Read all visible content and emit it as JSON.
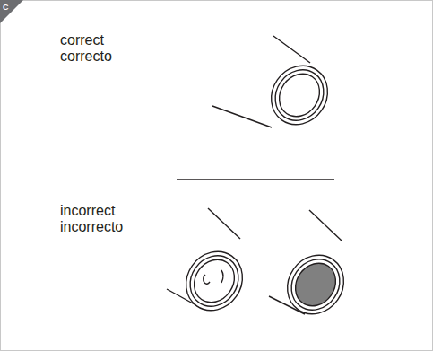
{
  "diagram": {
    "labels": [
      "C",
      "correct",
      "correcto",
      "incorrect",
      "incorrecto"
    ]
  }
}
